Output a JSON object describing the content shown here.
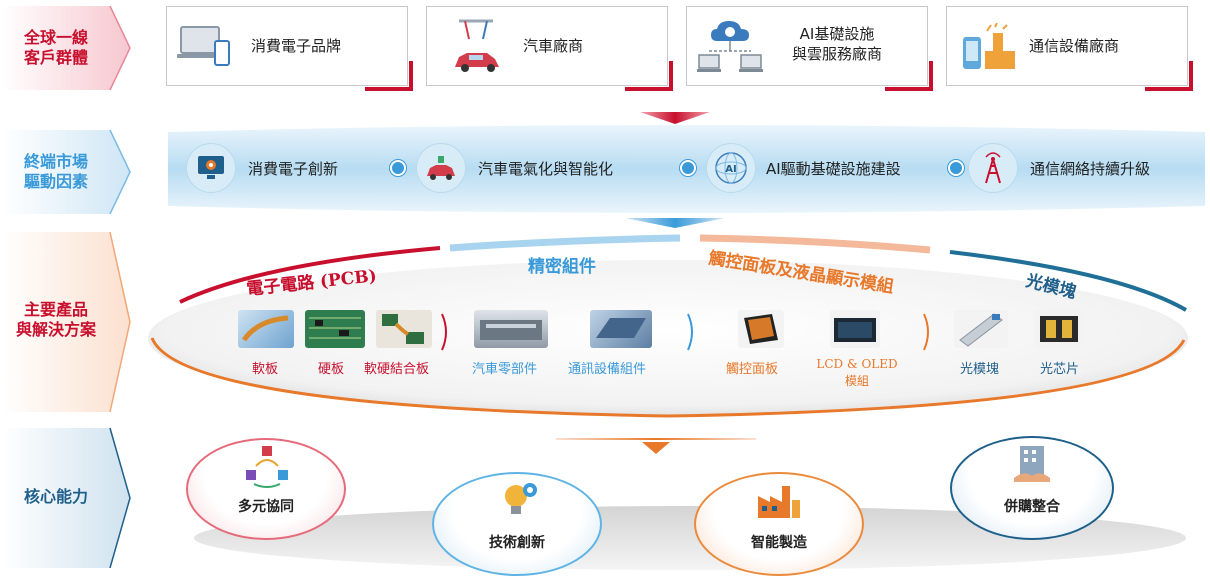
{
  "rows": [
    {
      "label_line1": "全球一線",
      "label_line2": "客戶群體",
      "color": "#c8102e"
    },
    {
      "label_line1": "終端市場",
      "label_line2": "驅動因素",
      "color": "#3a9ad9"
    },
    {
      "label_line1": "主要產品",
      "label_line2": "與解決方案",
      "color": "#c8102e"
    },
    {
      "label_line1": "核心能力",
      "label_line2": "",
      "color": "#1f5f8b"
    }
  ],
  "customers": [
    {
      "label": "消費電子品牌",
      "icon": "laptop-phone-icon"
    },
    {
      "label": "汽車廠商",
      "icon": "car-assembly-icon"
    },
    {
      "label_line1": "AI基礎設施",
      "label_line2": "與雲服務廠商",
      "icon": "cloud-network-icon"
    },
    {
      "label": "通信設備廠商",
      "icon": "telecom-icon"
    }
  ],
  "drivers": [
    {
      "label": "消費電子創新",
      "icon": "monitor-gear-icon"
    },
    {
      "label": "汽車電氣化與智能化",
      "icon": "smart-car-icon"
    },
    {
      "label": "AI驅動基礎設施建設",
      "icon": "ai-globe-icon"
    },
    {
      "label": "通信網絡持續升級",
      "icon": "5g-tower-icon"
    }
  ],
  "categories": {
    "pcb": "電子電路 (PCB)",
    "precision": "精密組件",
    "touch": "觸控面板及液晶顯示模組",
    "optical": "光模塊"
  },
  "products": {
    "fpc": "軟板",
    "rigid": "硬板",
    "rigid_flex": "軟硬結合板",
    "auto_parts": "汽車零部件",
    "comm_parts": "通訊設備組件",
    "touch_panel": "觸控面板",
    "lcd_line1": "LCD & OLED",
    "lcd_line2": "模組",
    "optical_module": "光模塊",
    "optical_chip": "光芯片"
  },
  "capabilities": [
    {
      "label": "多元協同",
      "icon": "synergy-icon",
      "color": "#e56b7a"
    },
    {
      "label": "技術創新",
      "icon": "lightbulb-gear-icon",
      "color": "#5fb4e4"
    },
    {
      "label": "智能製造",
      "icon": "factory-icon",
      "color": "#ea8a3c"
    },
    {
      "label": "併購整合",
      "icon": "building-handshake-icon",
      "color": "#1f5f8b"
    }
  ],
  "colors": {
    "red": "#c8102e",
    "blue": "#3a9ad9",
    "orange": "#e8782a",
    "navy": "#1f5f8b"
  }
}
